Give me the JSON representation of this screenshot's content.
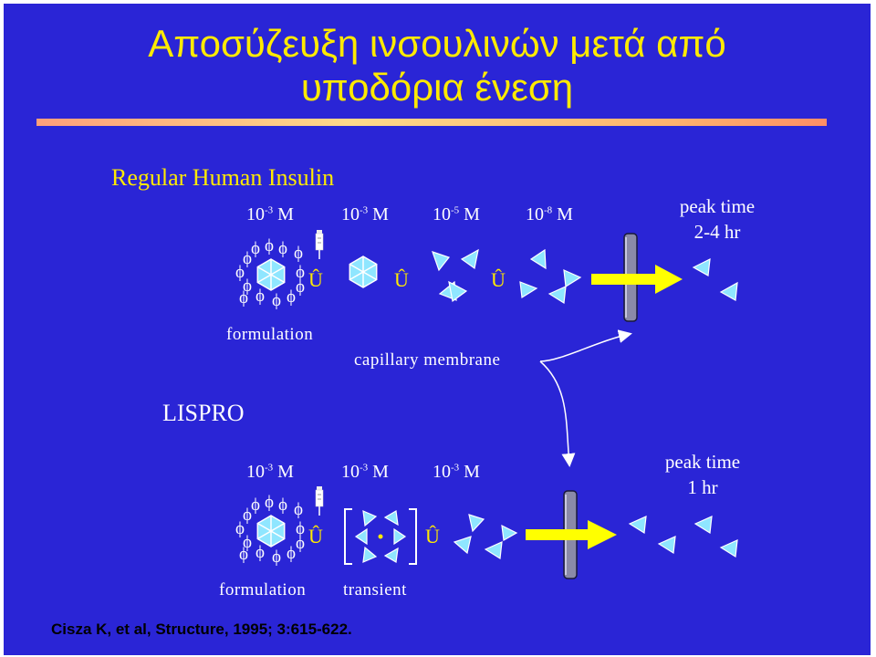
{
  "title": {
    "line1": "Αποσύζευξη ινσουλινών μετά από",
    "line2": "υποδόρια ένεση"
  },
  "regular": {
    "heading": "Regular Human Insulin",
    "concentrations": [
      {
        "base": "10",
        "exp": "-3",
        "unit": " M"
      },
      {
        "base": "10",
        "exp": "-3",
        "unit": " M"
      },
      {
        "base": "10",
        "exp": "-5",
        "unit": " M"
      },
      {
        "base": "10",
        "exp": "-8",
        "unit": " M"
      }
    ],
    "peak_line1": "peak time",
    "peak_line2": "2-4 hr",
    "formulation": "formulation",
    "capillary": "capillary membrane"
  },
  "lispro": {
    "heading": "LISPRO",
    "concentrations": [
      {
        "base": "10",
        "exp": "-3",
        "unit": " M"
      },
      {
        "base": "10",
        "exp": "-3",
        "unit": " M"
      },
      {
        "base": "10",
        "exp": "-3",
        "unit": " M"
      }
    ],
    "peak_line1": "peak time",
    "peak_line2": "1 hr",
    "formulation": "formulation",
    "transient": "transient"
  },
  "symbols": {
    "phi": "ϕ",
    "u_hat": "Û"
  },
  "citation": "Cisza K, et al, Structure, 1995; 3:615-622.",
  "colors": {
    "background": "#2a25d6",
    "title": "#ffea00",
    "arrow": "#ffff00",
    "triangle": "#8fe6ff",
    "membrane": "#8a8aa8"
  }
}
